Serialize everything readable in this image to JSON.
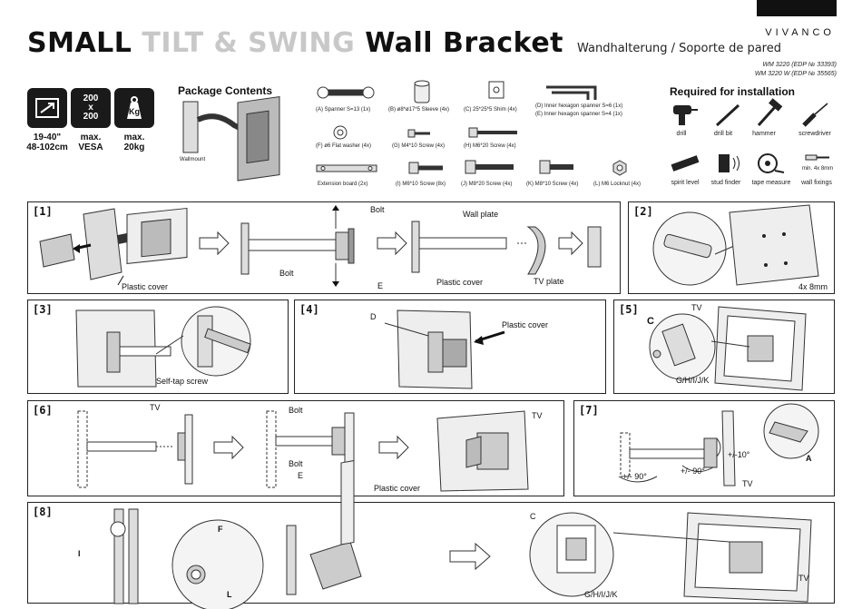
{
  "header": {
    "title_small": "SMALL",
    "title_tilt": "TILT & SWING",
    "title_main": "Wall Bracket",
    "subtitle": "Wandhalterung / Soporte de pared",
    "brand": "VIVANCO",
    "model_1": "WM 3220 (EDP № 33393)",
    "model_2": "WM 3220 W (EDP № 35565)"
  },
  "specs": {
    "size_line1": "19-40\"",
    "size_line2": "48-102cm",
    "vesa_top": "200",
    "vesa_mid": "x",
    "vesa_bottom": "200",
    "vesa_line1": "max.",
    "vesa_line2": "VESA",
    "weight_icon": "Kg",
    "weight_line1": "max.",
    "weight_line2": "20kg"
  },
  "package": {
    "heading": "Package Contents",
    "wallmount": "Wallmount",
    "items": {
      "A": "(A) Spanner S=13 (1x)",
      "B": "(B) ø8*ø17*5 Sleeve (4x)",
      "C": "(C) 25*25*5 Shim (4x)",
      "D": "(D) Inner hexagon spanner S=6 (1x)",
      "E": "(E) Inner hexagon spanner S=4 (1x)",
      "F": "(F) ø6 Flat washer (4x)",
      "G": "(G) M4*10 Screw (4x)",
      "H": "(H) M6*20 Screw (4x)",
      "ext": "Extension board (2x)",
      "I": "(I) M6*10 Screw (8x)",
      "J": "(J) M8*20 Screw (4x)",
      "K": "(K) M8*10 Screw (4x)",
      "L": "(L) M6 Locknut (4x)"
    }
  },
  "required": {
    "heading": "Required for installation",
    "tools": {
      "drill": "drill",
      "drill_bit": "drill bit",
      "hammer": "hammer",
      "screwdriver": "screwdriver",
      "spirit_level": "spirit level",
      "stud_finder": "stud finder",
      "tape_measure": "tape measure",
      "wall_fixings": "wall fixings",
      "fixings_note": "min. 4x 8mm"
    }
  },
  "steps": {
    "s1": {
      "label": "[1]",
      "plastic_cover": "Plastic cover",
      "bolt_top": "Bolt",
      "bolt_left": "Bolt",
      "e": "E",
      "wall_plate": "Wall plate",
      "plastic_cover_2": "Plastic cover",
      "tv_plate": "TV plate"
    },
    "s2": {
      "label": "[2]",
      "size": "4x 8mm"
    },
    "s3": {
      "label": "[3]",
      "screw": "Self-tap screw"
    },
    "s4": {
      "label": "[4]",
      "d": "D",
      "plastic_cover": "Plastic cover"
    },
    "s5": {
      "label": "[5]",
      "tv": "TV",
      "c": "C",
      "ghijk": "G/H/I/J/K"
    },
    "s6": {
      "label": "[6]",
      "tv": "TV",
      "bolt_top": "Bolt",
      "bolt_bottom": "Bolt",
      "e": "E",
      "tv_2": "TV",
      "plastic_cover": "Plastic cover"
    },
    "s7": {
      "label": "[7]",
      "tilt": "+/-10°",
      "a": "A",
      "swing_left": "+/- 90°",
      "swing_right": "+/- 90°",
      "tv": "TV"
    },
    "s8": {
      "label": "[8]",
      "i": "I",
      "f": "F",
      "l": "L",
      "c": "C",
      "ghijk": "G/H/I/J/K",
      "tv": "TV"
    }
  }
}
